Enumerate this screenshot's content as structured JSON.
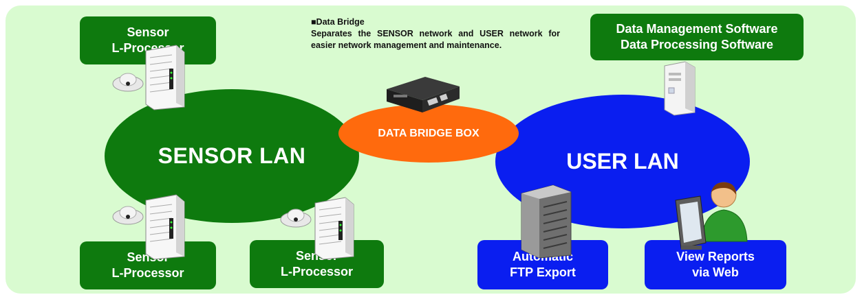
{
  "panel": {
    "sensor_lan": "SENSOR LAN",
    "user_lan": "USER LAN",
    "bridge_box": "DATA BRIDGE BOX"
  },
  "note": {
    "heading": "■Data Bridge",
    "body": "Separates the SENSOR network and USER network for easier network management and maintenance."
  },
  "sensor_boxes": [
    {
      "line1": "Sensor",
      "line2": "L-Processor"
    },
    {
      "line1": "Sensor",
      "line2": "L-Processor"
    },
    {
      "line1": "Sensor",
      "line2": "L-Processor"
    }
  ],
  "software_box": {
    "line1": "Data Management Software",
    "line2": "Data Processing Software"
  },
  "ftp_box": {
    "line1": "Automatic",
    "line2": "FTP Export"
  },
  "reports_box": {
    "line1": "View Reports",
    "line2": "via Web"
  },
  "colors": {
    "panel": "#d9fbd0",
    "sensor_green": "#0e7a0e",
    "user_blue": "#0a1ef0",
    "bridge_orange": "#ff6a0d"
  },
  "icons": [
    "ceiling-sensor-icon",
    "l-processor-device-icon",
    "data-bridge-device-icon",
    "server-icon",
    "ftp-server-tower-icon",
    "user-at-monitor-icon"
  ]
}
